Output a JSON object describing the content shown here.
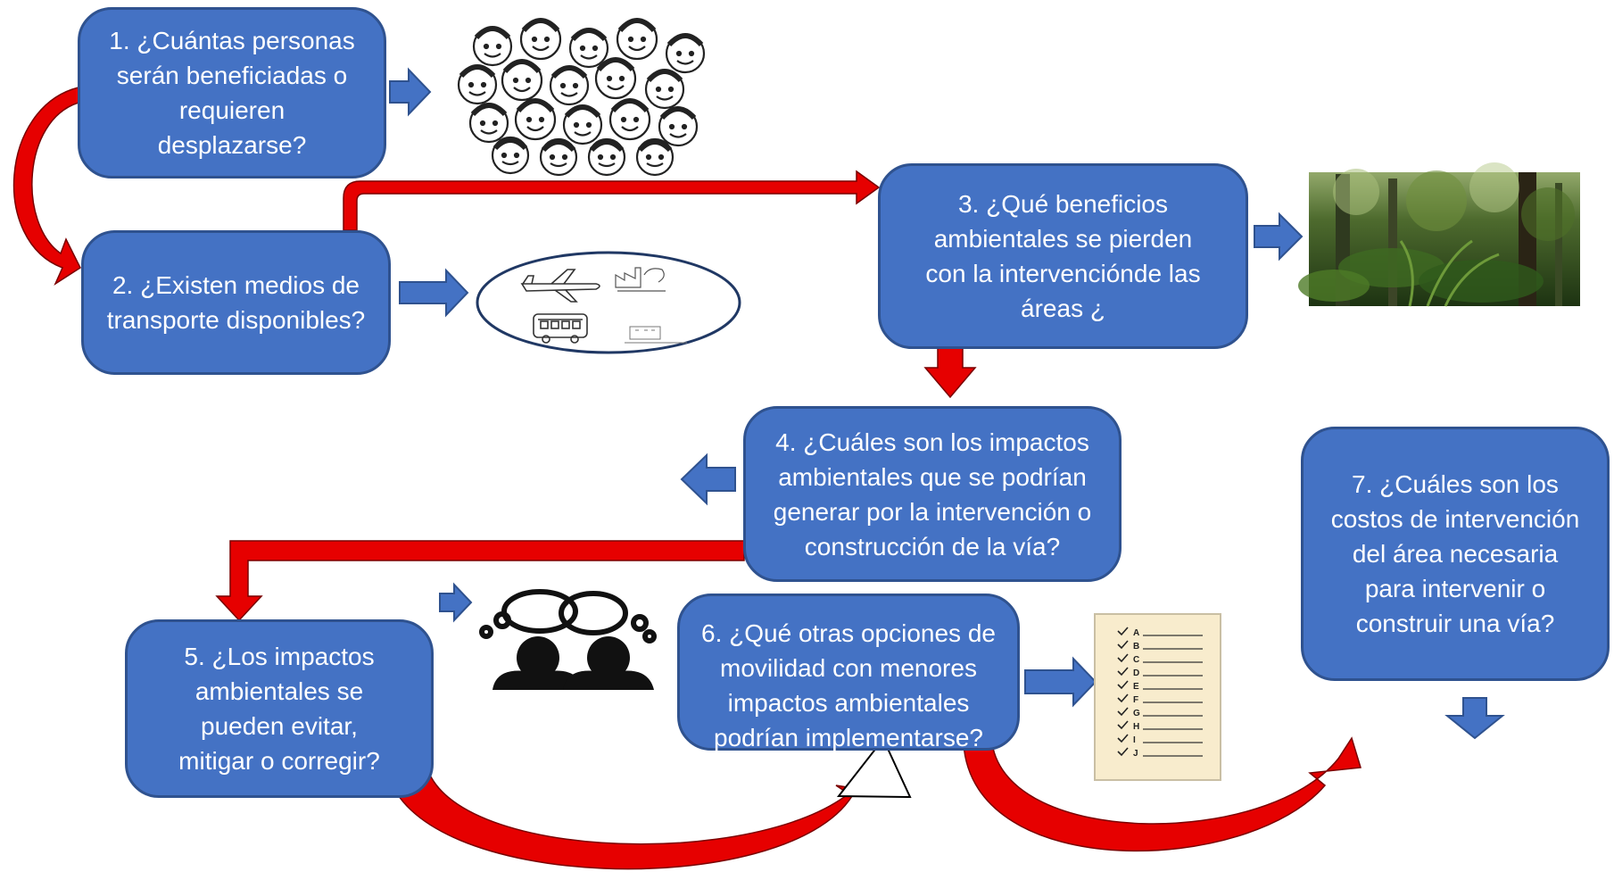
{
  "steps": {
    "s1": "1. ¿Cuántas personas serán beneficiadas o requieren desplazarse?",
    "s2": "2. ¿Existen medios de transporte disponibles?",
    "s3": "3. ¿Qué beneficios ambientales se pierden con la intervencióndе las áreas ¿",
    "s4": "4. ¿Cuáles son los impactos ambientales que se podrían generar por la intervención o construcción de la vía?",
    "s5": "5. ¿Los impactos ambientales se pueden evitar, mitigar o corregir?",
    "s6": "6. ¿Qué otras opciones de movilidad con menores impactos ambientales podrían implementarse?",
    "s7": "7. ¿Cuáles son los costos de intervención del área necesaria para intervenir o construir una vía?"
  },
  "checklist": {
    "letters": [
      "A",
      "B",
      "C",
      "D",
      "E",
      "F",
      "G",
      "H",
      "I",
      "J"
    ]
  },
  "colors": {
    "box_fill": "#4472c4",
    "box_border": "#2f528f",
    "blue_arrow": "#4472c4",
    "red_arrow": "#e60000",
    "paper": "#f8eccd"
  },
  "icons": {
    "crowd": "crowd-of-faces-drawing",
    "transport": "transport-sketches-oval",
    "forest": "forest-photo",
    "people": "two-people-thinking-icon",
    "checklist": "checklist-icon"
  }
}
